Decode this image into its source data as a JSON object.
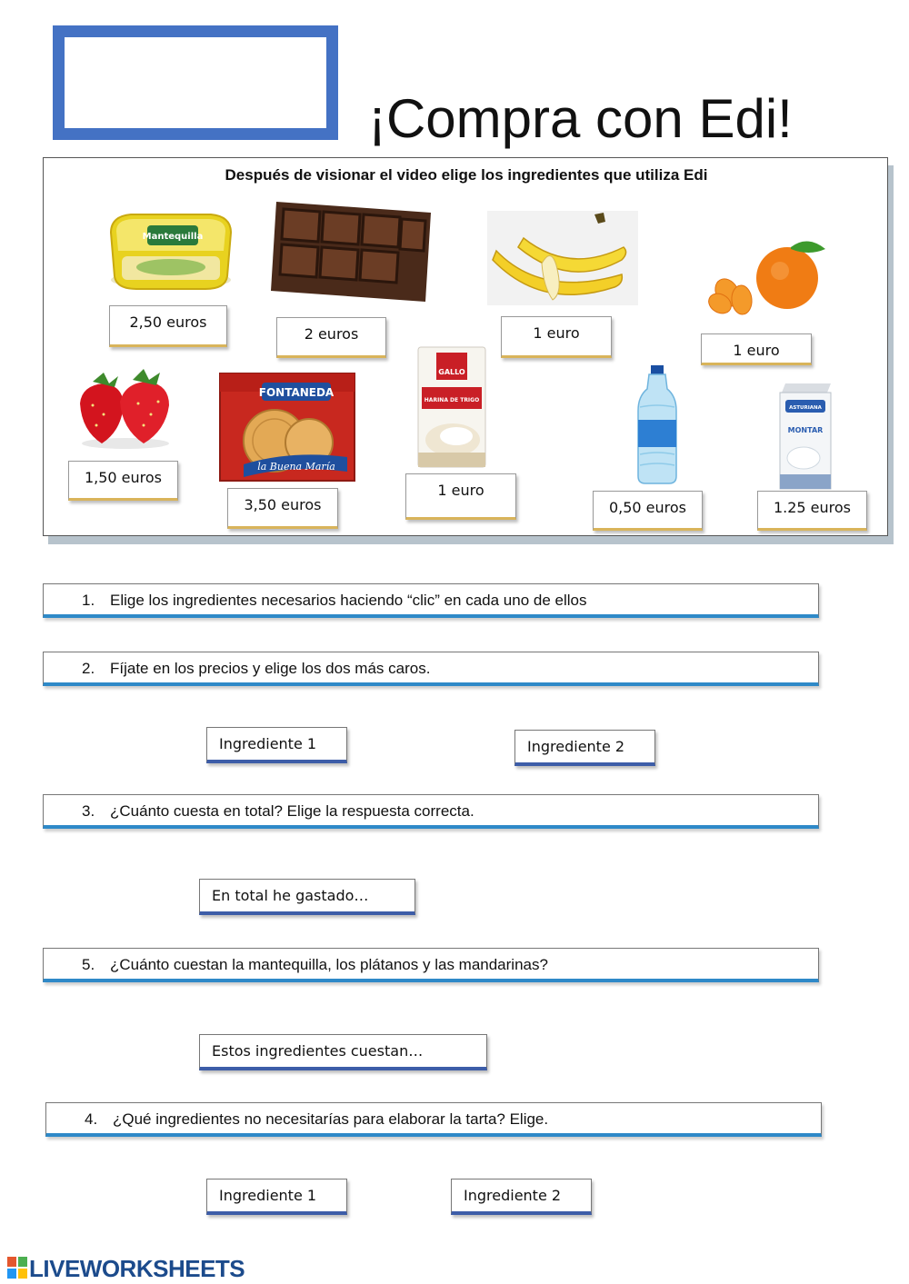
{
  "header": {
    "title": "¡Compra con Edi!"
  },
  "panel": {
    "instruction": "Después de visionar el video elige los ingredientes que utiliza Edi",
    "items": [
      {
        "name": "butter-image",
        "price": "2,50 euros"
      },
      {
        "name": "chocolate-image",
        "price": "2 euros"
      },
      {
        "name": "banana-image",
        "price": "1 euro"
      },
      {
        "name": "mandarin-image",
        "price": "1 euro"
      },
      {
        "name": "strawberry-image",
        "price": "1,50 euros"
      },
      {
        "name": "biscuits-image",
        "price": "3,50 euros"
      },
      {
        "name": "flour-image",
        "price": "1 euro"
      },
      {
        "name": "water-image",
        "price": "0,50 euros"
      },
      {
        "name": "milk-image",
        "price": "1.25 euros"
      }
    ],
    "labels": {
      "butter": "Mantequilla",
      "biscuits_brand": "FONTANEDA",
      "biscuits_name": "la Buena María",
      "flour_brand": "GALLO",
      "flour_name": "HARINA DE TRIGO",
      "milk_brand": "ASTURIANA",
      "milk_name": "MONTAR"
    }
  },
  "questions": [
    {
      "number": "1.",
      "text": "Elige los ingredientes necesarios haciendo “clic” en cada uno de ellos"
    },
    {
      "number": "2.",
      "text": "Fíjate en los precios y elige los dos más caros."
    },
    {
      "number": "3.",
      "text": "¿Cuánto cuesta en total? Elige la respuesta correcta."
    },
    {
      "number": "5.",
      "text": "¿Cuánto cuestan la mantequilla, los plátanos y las mandarinas?"
    },
    {
      "number": "4.",
      "text": "¿Qué ingredientes no necesitarías para elaborar la tarta? Elige."
    }
  ],
  "answers": {
    "q2_ingredient1": "Ingrediente 1",
    "q2_ingredient2": "Ingrediente 2",
    "q3_total": "En total he gastado…",
    "q5_cost": "Estos ingredientes cuestan…",
    "q4_ingredient1": "Ingrediente 1",
    "q4_ingredient2": "Ingrediente 2"
  },
  "footer": {
    "brand": "LIVEWORKSHEETS"
  },
  "colors": {
    "name_box": "#4472c4",
    "question_accent": "#2e89c8",
    "answer_accent": "#3d5da8",
    "price_accent": "#d9b45a",
    "brand": "#1c4b8c"
  }
}
